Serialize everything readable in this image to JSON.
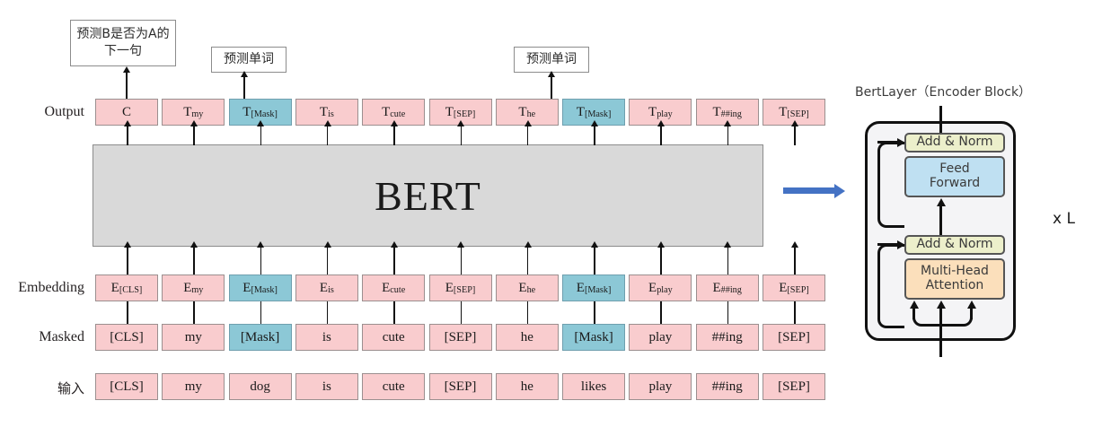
{
  "diagram": {
    "title": "BERT pre-training diagram",
    "bert_block_label": "BERT",
    "colors": {
      "token_pink": "#f9ccce",
      "token_masked_blue": "#8cc8d6",
      "bert_gray": "#d9d9d9",
      "connector_blue": "#4472c4",
      "add_norm_yellow": "#ecefcb",
      "feed_forward_blue": "#bfe0f2",
      "attention_orange": "#fbdfbb"
    },
    "callouts": [
      {
        "id": "nsp",
        "text": "预测B是否为A的下一句"
      },
      {
        "id": "mlm-left",
        "text": "预测单词"
      },
      {
        "id": "mlm-right",
        "text": "预测单词"
      }
    ],
    "rows": [
      {
        "id": "output",
        "label": "Output",
        "cells": [
          {
            "main": "C",
            "sub": "",
            "masked": false
          },
          {
            "main": "T",
            "sub": "my",
            "masked": false
          },
          {
            "main": "T",
            "sub": "[Mask]",
            "masked": true
          },
          {
            "main": "T",
            "sub": "is",
            "masked": false
          },
          {
            "main": "T",
            "sub": "cute",
            "masked": false
          },
          {
            "main": "T",
            "sub": "[SEP]",
            "masked": false
          },
          {
            "main": "T",
            "sub": "he",
            "masked": false
          },
          {
            "main": "T",
            "sub": "[Mask]",
            "masked": true
          },
          {
            "main": "T",
            "sub": "play",
            "masked": false
          },
          {
            "main": "T",
            "sub": "##ing",
            "masked": false
          },
          {
            "main": "T",
            "sub": "[SEP]",
            "masked": false
          }
        ]
      },
      {
        "id": "embedding",
        "label": "Embedding",
        "cells": [
          {
            "main": "E",
            "sub": "[CLS]",
            "masked": false
          },
          {
            "main": "E",
            "sub": "my",
            "masked": false
          },
          {
            "main": "E",
            "sub": "[Mask]",
            "masked": true
          },
          {
            "main": "E",
            "sub": "is",
            "masked": false
          },
          {
            "main": "E",
            "sub": "cute",
            "masked": false
          },
          {
            "main": "E",
            "sub": "[SEP]",
            "masked": false
          },
          {
            "main": "E",
            "sub": "he",
            "masked": false
          },
          {
            "main": "E",
            "sub": "[Mask]",
            "masked": true
          },
          {
            "main": "E",
            "sub": "play",
            "masked": false
          },
          {
            "main": "E",
            "sub": "##ing",
            "masked": false
          },
          {
            "main": "E",
            "sub": "[SEP]",
            "masked": false
          }
        ]
      },
      {
        "id": "masked",
        "label": "Masked",
        "cells": [
          {
            "main": "[CLS]",
            "sub": "",
            "masked": false
          },
          {
            "main": "my",
            "sub": "",
            "masked": false
          },
          {
            "main": "[Mask]",
            "sub": "",
            "masked": true
          },
          {
            "main": "is",
            "sub": "",
            "masked": false
          },
          {
            "main": "cute",
            "sub": "",
            "masked": false
          },
          {
            "main": "[SEP]",
            "sub": "",
            "masked": false
          },
          {
            "main": "he",
            "sub": "",
            "masked": false
          },
          {
            "main": "[Mask]",
            "sub": "",
            "masked": true
          },
          {
            "main": "play",
            "sub": "",
            "masked": false
          },
          {
            "main": "##ing",
            "sub": "",
            "masked": false
          },
          {
            "main": "[SEP]",
            "sub": "",
            "masked": false
          }
        ]
      },
      {
        "id": "input",
        "label": "输入",
        "cells": [
          {
            "main": "[CLS]",
            "sub": "",
            "masked": false
          },
          {
            "main": "my",
            "sub": "",
            "masked": false
          },
          {
            "main": "dog",
            "sub": "",
            "masked": false
          },
          {
            "main": "is",
            "sub": "",
            "masked": false
          },
          {
            "main": "cute",
            "sub": "",
            "masked": false
          },
          {
            "main": "[SEP]",
            "sub": "",
            "masked": false
          },
          {
            "main": "he",
            "sub": "",
            "masked": false
          },
          {
            "main": "likes",
            "sub": "",
            "masked": false
          },
          {
            "main": "play",
            "sub": "",
            "masked": false
          },
          {
            "main": "##ing",
            "sub": "",
            "masked": false
          },
          {
            "main": "[SEP]",
            "sub": "",
            "masked": false
          }
        ]
      }
    ],
    "encoder": {
      "title": "BertLayer（Encoder Block）",
      "repeat_label": "x L",
      "blocks": [
        {
          "id": "add-norm-top",
          "label": "Add & Norm"
        },
        {
          "id": "feed-forward",
          "label": "Feed\nForward"
        },
        {
          "id": "add-norm-bottom",
          "label": "Add & Norm"
        },
        {
          "id": "multi-head",
          "label": "Multi-Head\nAttention"
        }
      ]
    }
  }
}
